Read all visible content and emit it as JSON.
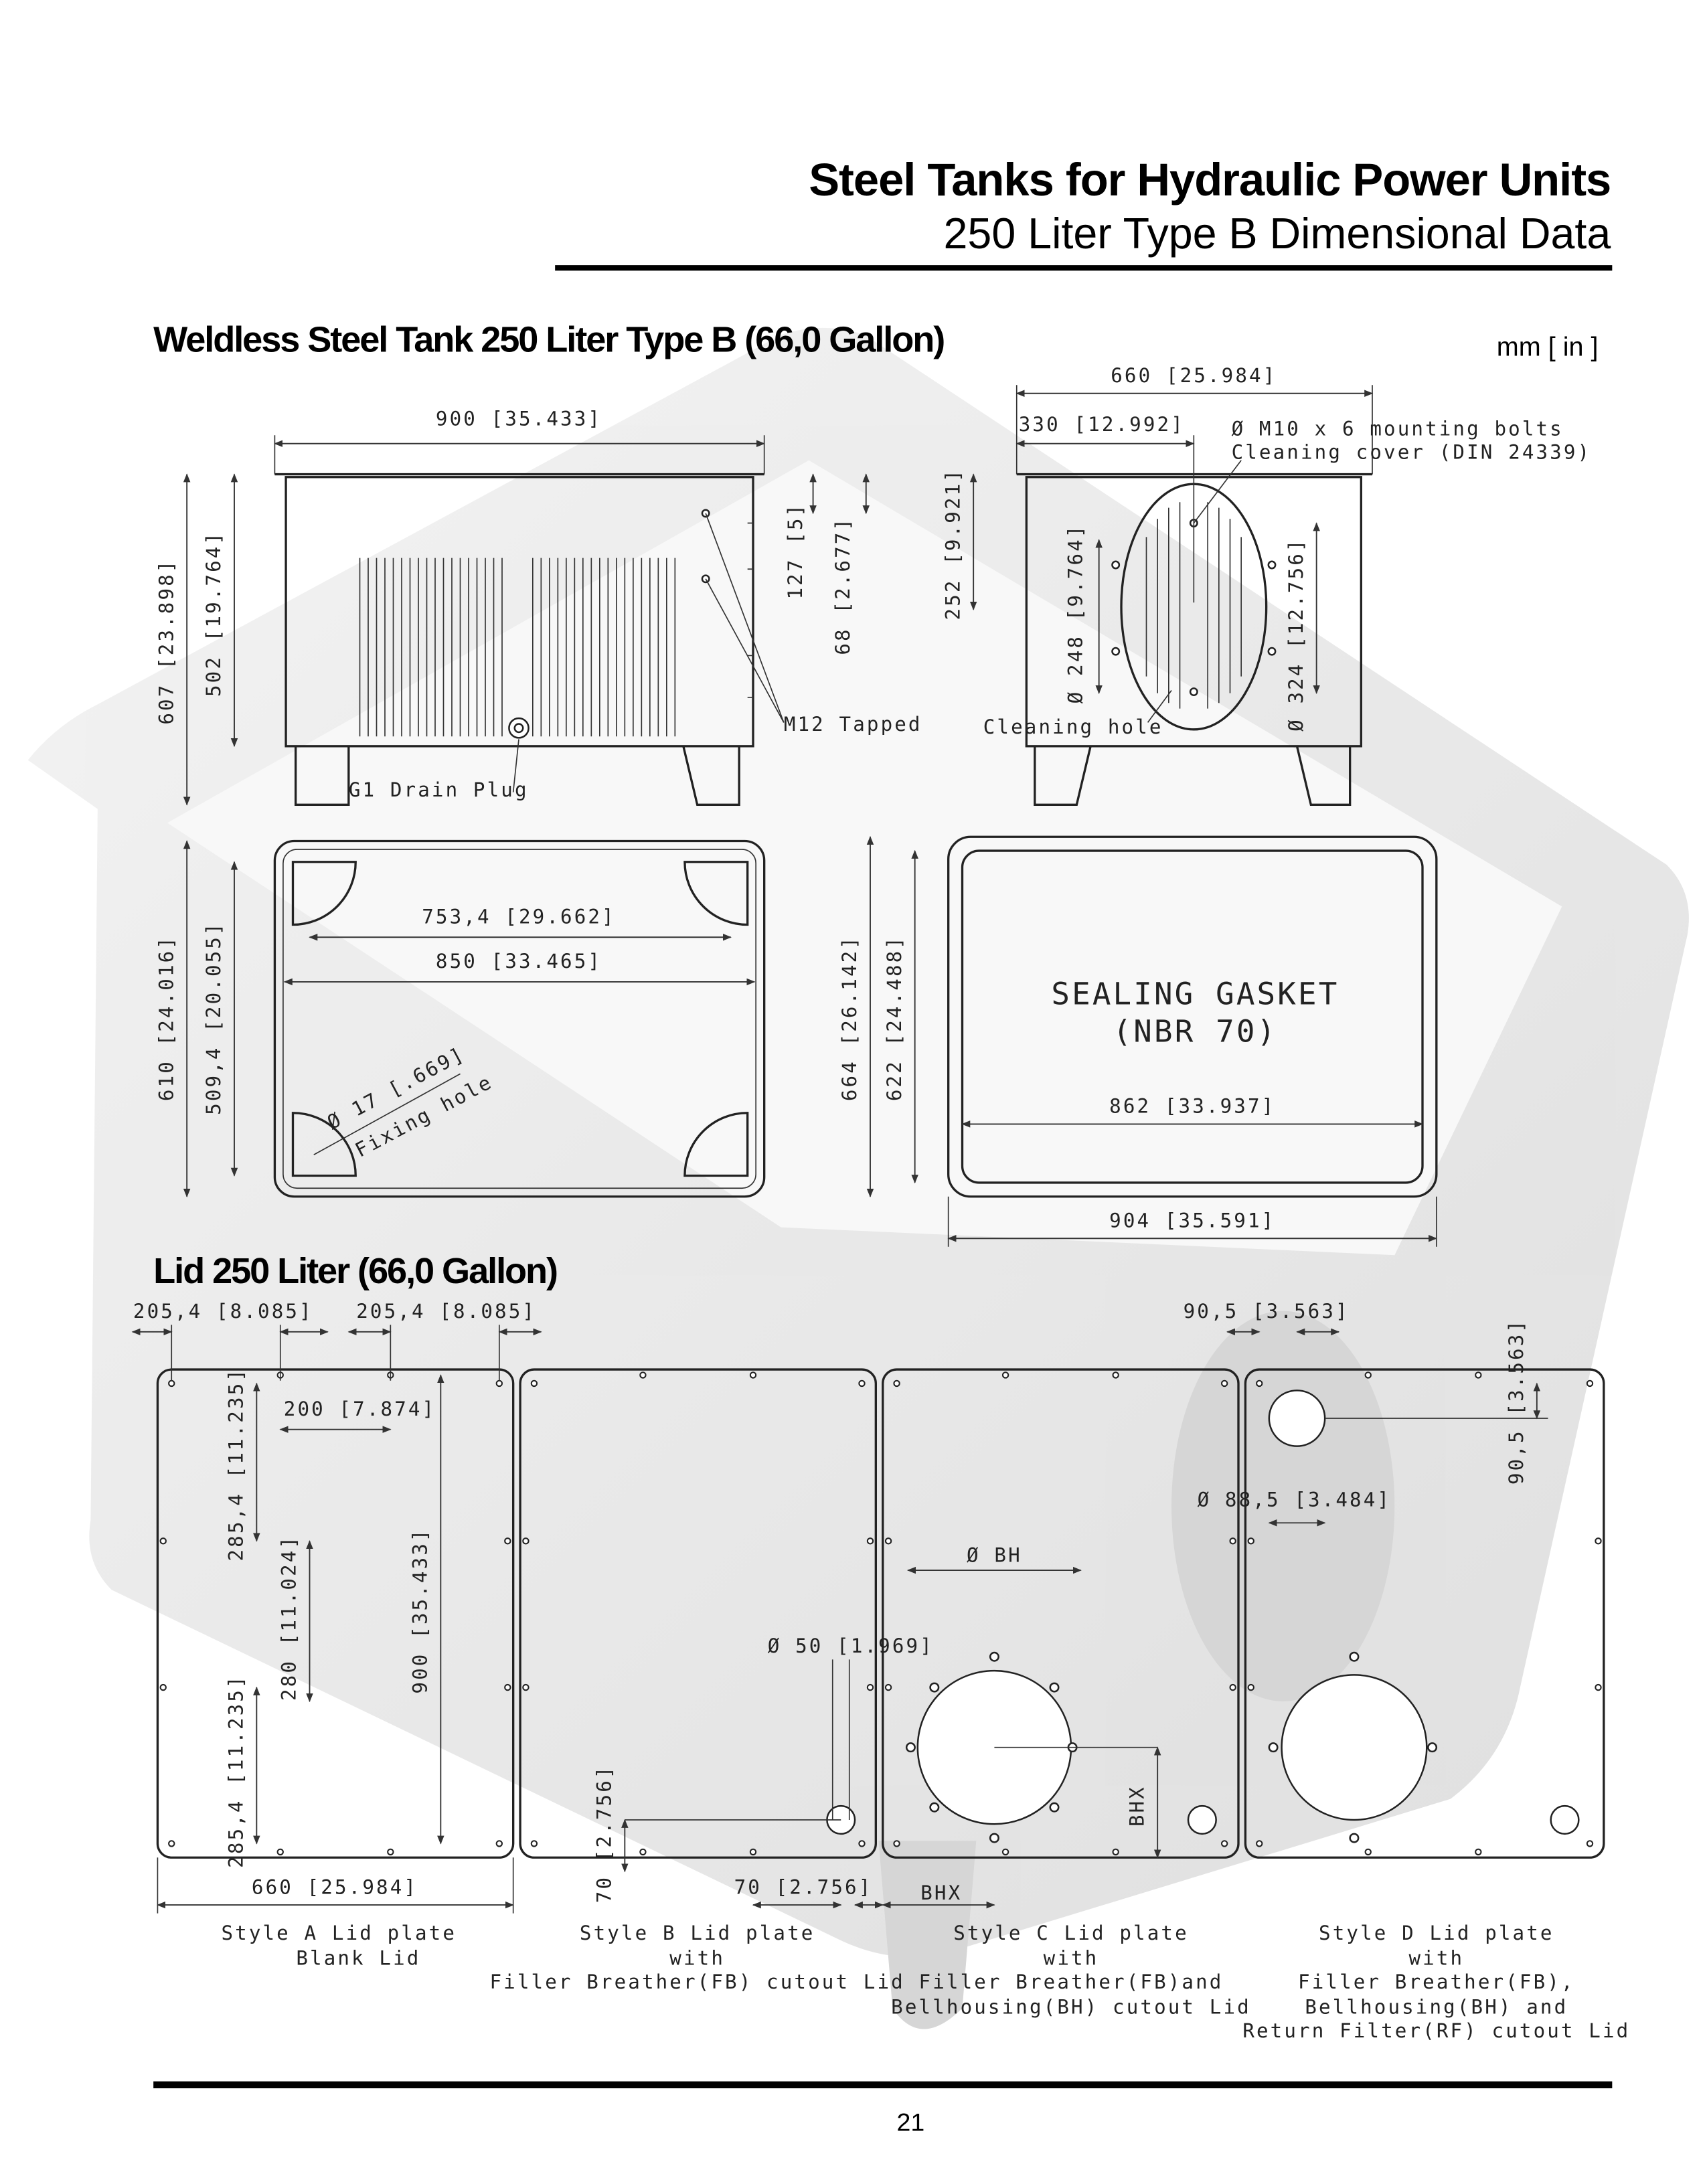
{
  "header": {
    "title": "Steel Tanks for Hydraulic Power Units",
    "subtitle": "250 Liter Type B Dimensional Data"
  },
  "tank_section": {
    "title": "Weldless Steel Tank 250 Liter Type B (66,0 Gallon)",
    "units": "mm [ in ]",
    "front_view": {
      "width": "900 [35.433]",
      "height_total": "607 [23.898]",
      "height_body": "502 [19.764]",
      "dim_5": "127 [5]",
      "dim_2677": "68 [2.677]",
      "m12_label": "M12 Tapped",
      "drain_label": "G1 Drain Plug"
    },
    "side_view": {
      "width": "660 [25.984]",
      "half_width": "330 [12.992]",
      "height_252": "252 [9.921]",
      "dia_248": "Ø 248 [9.764]",
      "dia_324": "Ø 324 [12.756]",
      "bolts_label": "Ø M10 x 6 mounting bolts",
      "cover_label": "Cleaning cover (DIN 24339)",
      "hole_label": "Cleaning hole"
    },
    "top_view": {
      "inner": "753,4 [29.662]",
      "outer": "850 [33.465]",
      "height_outer": "610 [24.016]",
      "height_inner": "509,4 [20.055]",
      "fixing_dia": "Ø 17 [.669]",
      "fixing_label": "Fixing hole"
    },
    "gasket": {
      "label_1": "SEALING GASKET",
      "label_2": "(NBR 70)",
      "inner_width": "862 [33.937]",
      "outer_width": "904 [35.591]",
      "height_outer": "664 [26.142]",
      "height_inner": "622 [24.488]"
    }
  },
  "lid_section": {
    "title": "Lid 250 Liter (66,0 Gallon)",
    "dims": {
      "a_left": "205,4 [8.085]",
      "a_right": "205,4 [8.085]",
      "a_200": "200 [7.874]",
      "a_285_top": "285,4 [11.235]",
      "a_280": "280 [11.024]",
      "a_285_bot": "285,4 [11.235]",
      "a_900": "900 [35.433]",
      "a_660": "660 [25.984]",
      "b_dia50": "Ø 50 [1.969]",
      "b_70v": "70 [2.756]",
      "b_70h": "70 [2.756]",
      "c_bh": "Ø BH",
      "c_bhx_v": "BHX",
      "c_bhx_h": "BHX",
      "d_905_h": "90,5 [3.563]",
      "d_905_v": "90,5 [3.563]",
      "d_885": "Ø 88,5 [3.484]"
    },
    "captions": [
      [
        "Style A Lid plate",
        "Blank Lid"
      ],
      [
        "Style B Lid plate",
        "with",
        "Filler Breather(FB) cutout Lid"
      ],
      [
        "Style C Lid plate",
        "with",
        "Filler Breather(FB)and",
        "Bellhousing(BH) cutout Lid"
      ],
      [
        "Style D Lid plate",
        "with",
        "Filler Breather(FB),",
        "Bellhousing(BH) and",
        "Return Filter(RF) cutout Lid"
      ]
    ]
  },
  "footer": {
    "page_number": "21"
  }
}
